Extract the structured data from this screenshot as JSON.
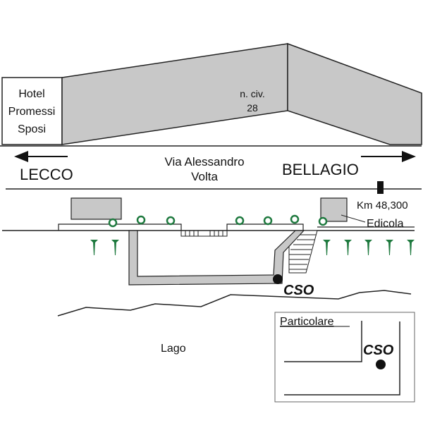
{
  "buildings": {
    "hotel_lines": [
      "Hotel",
      "Promessi",
      "Sposi"
    ],
    "civic_number_lines": [
      "n. civ.",
      "28"
    ]
  },
  "road": {
    "name_lines": [
      "Via Alessandro",
      "Volta"
    ],
    "left_direction": "LECCO",
    "right_direction": "BELLAGIO",
    "milestone": "Km 48,300",
    "kiosk": "Edicola"
  },
  "outfall": {
    "label": "CSO"
  },
  "lake": {
    "label": "Lago"
  },
  "detail": {
    "title": "Particolare",
    "label": "CSO"
  },
  "colors": {
    "building_fill": "#c8c8c8",
    "tree_green": "#1f7a3f",
    "pipe_fill": "#c8c8c8"
  }
}
